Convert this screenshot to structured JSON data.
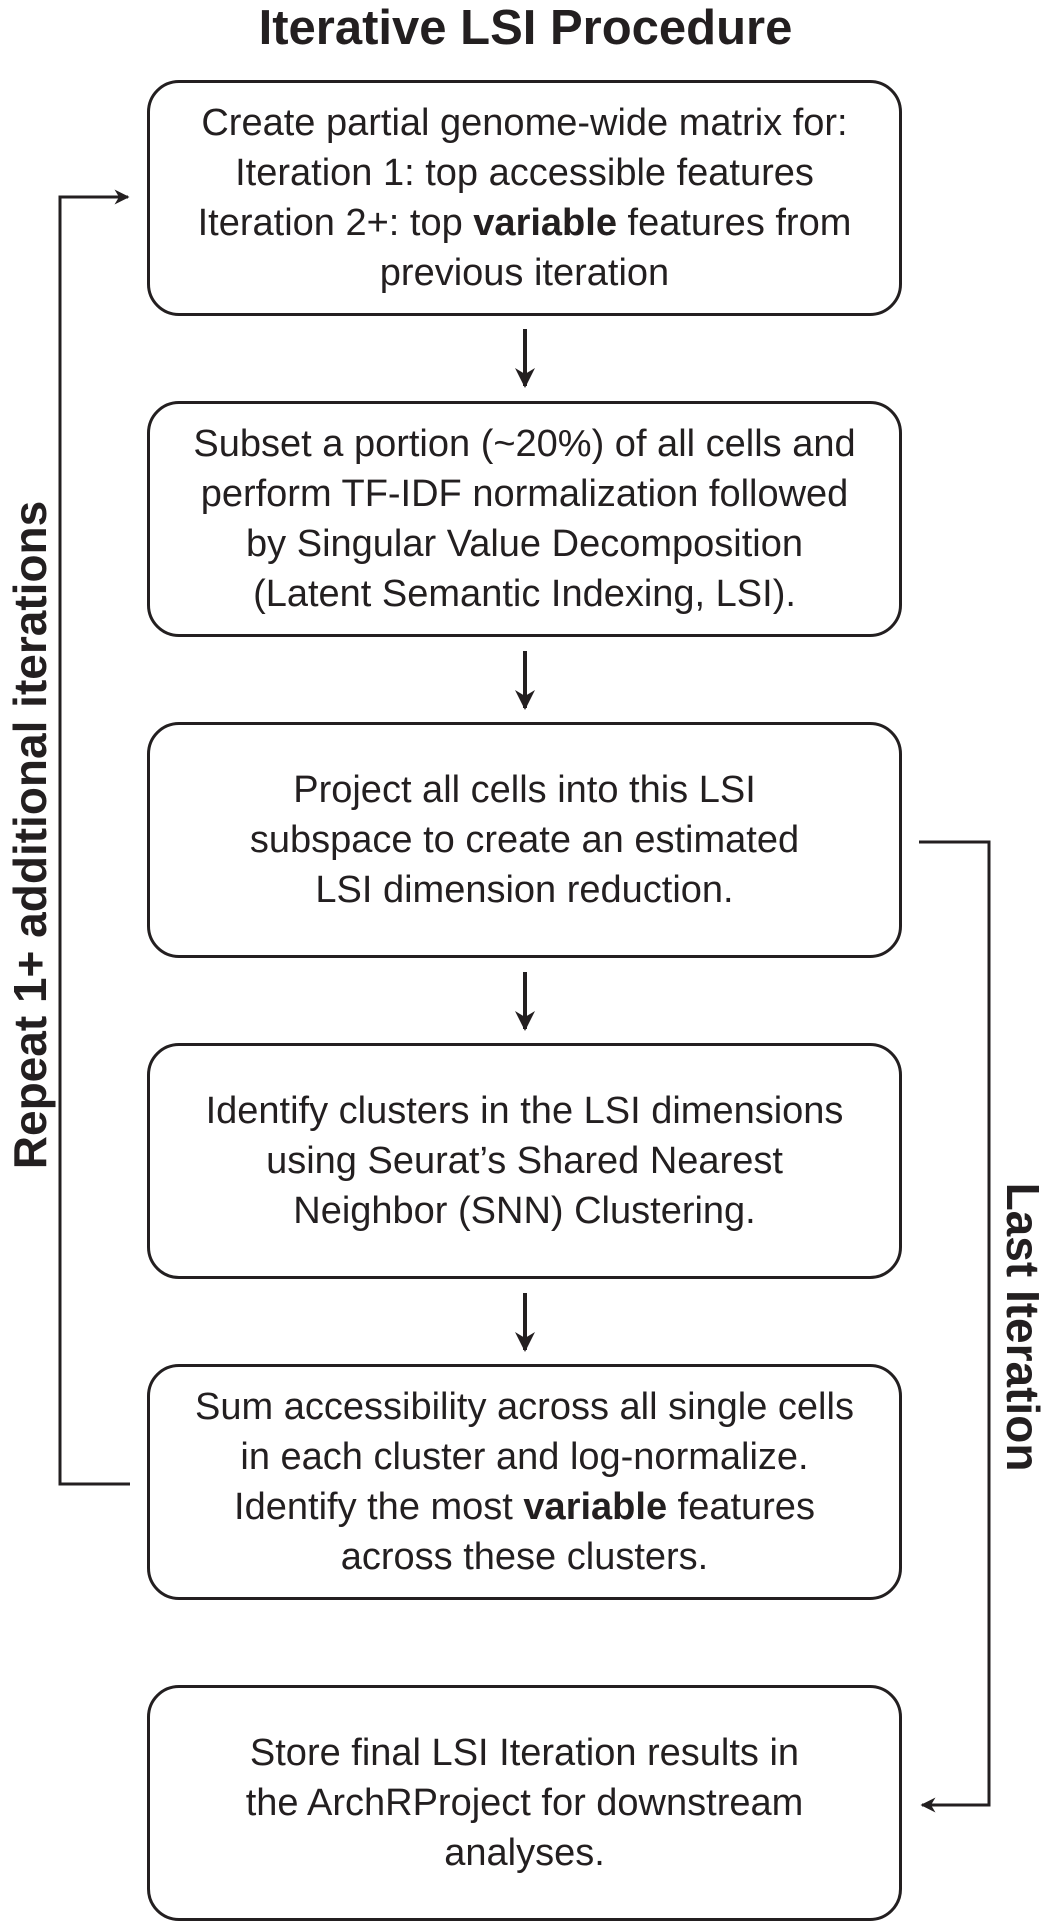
{
  "title": "Iterative LSI Procedure",
  "steps": [
    {
      "lines": [
        [
          "Create partial genome-wide matrix for:",
          "",
          ""
        ],
        [
          "Iteration 1: top accessible features",
          "",
          ""
        ],
        [
          "Iteration 2+: top ",
          "variable",
          " features from"
        ],
        [
          "previous iteration",
          "",
          ""
        ]
      ]
    },
    {
      "lines": [
        [
          "Subset a portion (~20%) of all cells and",
          "",
          ""
        ],
        [
          "perform TF-IDF normalization followed",
          "",
          ""
        ],
        [
          "by Singular Value Decomposition",
          "",
          ""
        ],
        [
          "(Latent Semantic Indexing, LSI).",
          "",
          ""
        ]
      ]
    },
    {
      "lines": [
        [
          "Project all cells into this LSI",
          "",
          ""
        ],
        [
          "subspace to create an estimated",
          "",
          ""
        ],
        [
          "LSI dimension reduction.",
          "",
          ""
        ]
      ]
    },
    {
      "lines": [
        [
          "Identify clusters in the LSI dimensions",
          "",
          ""
        ],
        [
          "using Seurat’s Shared Nearest",
          "",
          ""
        ],
        [
          "Neighbor (SNN) Clustering.",
          "",
          ""
        ]
      ]
    },
    {
      "lines": [
        [
          "Sum accessibility across all single cells",
          "",
          ""
        ],
        [
          "in each cluster and log-normalize.",
          "",
          ""
        ],
        [
          "Identify the most ",
          "variable",
          " features"
        ],
        [
          "across these clusters.",
          "",
          ""
        ]
      ]
    },
    {
      "lines": [
        [
          "Store final LSI Iteration results in",
          "",
          ""
        ],
        [
          "the ArchRProject for downstream",
          "",
          ""
        ],
        [
          "analyses.",
          "",
          ""
        ]
      ]
    }
  ],
  "loop_label": "Repeat 1+ additional iterations",
  "exit_label": "Last Iteration",
  "colors": {
    "ink": "#231f20",
    "background": "#ffffff"
  }
}
